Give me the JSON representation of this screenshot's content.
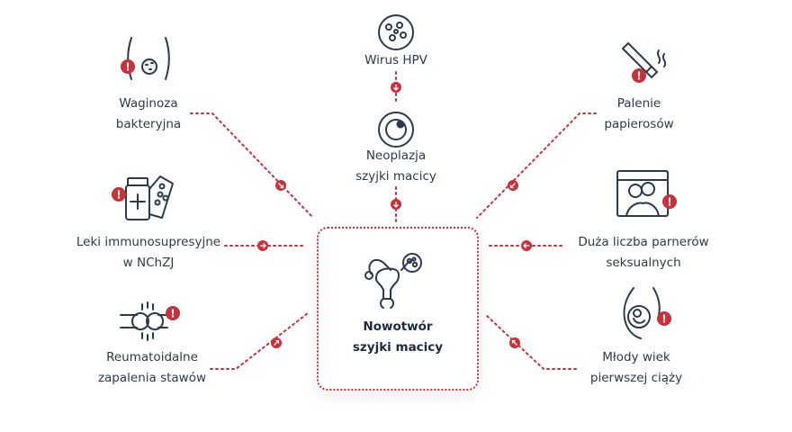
{
  "center": {
    "line1": "Nowotwór",
    "line2": "szyjki macicy"
  },
  "factors": {
    "waginoza": {
      "line1": "Waginoza",
      "line2": "bakteryjna"
    },
    "leki": {
      "line1": "Leki immunosupresyjne",
      "line2": "w NChZJ"
    },
    "reumatoidalne": {
      "line1": "Reumatoidalne",
      "line2": "zapalenia stawów"
    },
    "hpv": {
      "line1": "Wirus HPV"
    },
    "neoplazja": {
      "line1": "Neoplazja",
      "line2": "szyjki macicy"
    },
    "palenie": {
      "line1": "Palenie",
      "line2": "papierosów"
    },
    "partnerzy": {
      "line1": "Duża liczba parnerów",
      "line2": "seksualnych"
    },
    "ciaza": {
      "line1": "Młody wiek",
      "line2": "pierwszej ciąży"
    }
  },
  "colors": {
    "accent": "#c8303a",
    "ink": "#2b3a4f"
  },
  "icons": [
    "hips-icon",
    "pills-icon",
    "joint-icon",
    "virus-icon",
    "cell-icon",
    "cigarette-icon",
    "couple-icon",
    "pregnancy-icon",
    "uterus-icon",
    "warning-icon",
    "arrow-icon"
  ]
}
